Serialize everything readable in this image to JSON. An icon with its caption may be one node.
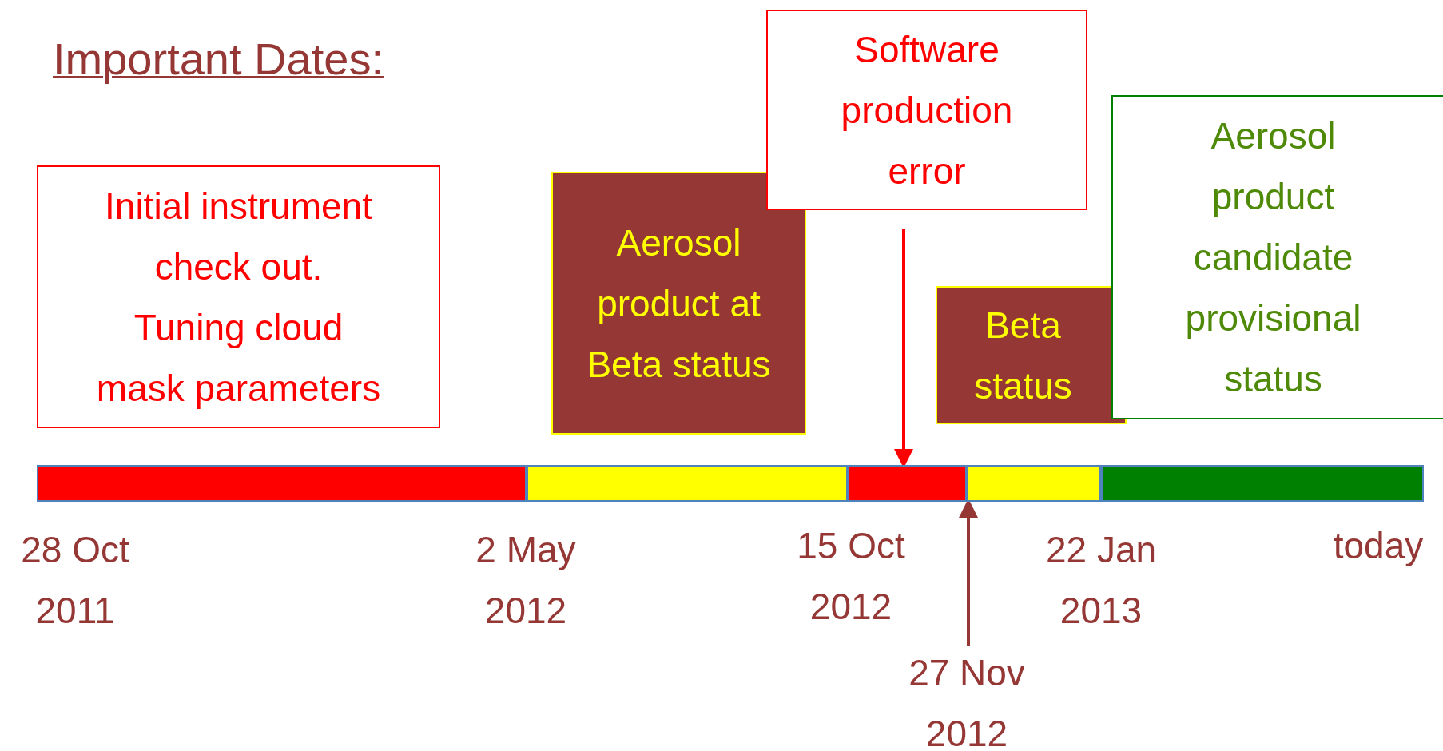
{
  "diagram": {
    "title": "Important Dates:",
    "nodes": [
      {
        "text": [
          "Initial instrument check out. Tuning cloud mask parameters"
        ]
      },
      {
        "text": [
          "Aerosol product at Beta status"
        ]
      },
      {
        "text": [
          "Software production error"
        ]
      },
      {
        "text": [
          "Beta status"
        ]
      },
      {
        "text": [
          "Aerosol product candidate provisional status"
        ]
      },
      {
        "text": [
          "27 Nov 2012"
        ]
      },
      {
        "text": [],
        "shape": "bar"
      },
      {
        "text": [],
        "shape": "bar"
      },
      {
        "text": [],
        "shape": "bar"
      },
      {
        "text": [],
        "shape": "bar"
      },
      {
        "text": [],
        "shape": "bar"
      }
    ],
    "edges": [
      {
        "from": 2,
        "to": 8,
        "arrow": "to",
        "color": "#ff0000"
      },
      {
        "from": 5,
        "to": 9,
        "arrow": "to",
        "color": "#953735"
      }
    ],
    "labels": [
      "28 Oct 2011",
      "2 May 2012",
      "15 Oct 2012",
      "22 Jan 2013",
      "today"
    ]
  }
}
